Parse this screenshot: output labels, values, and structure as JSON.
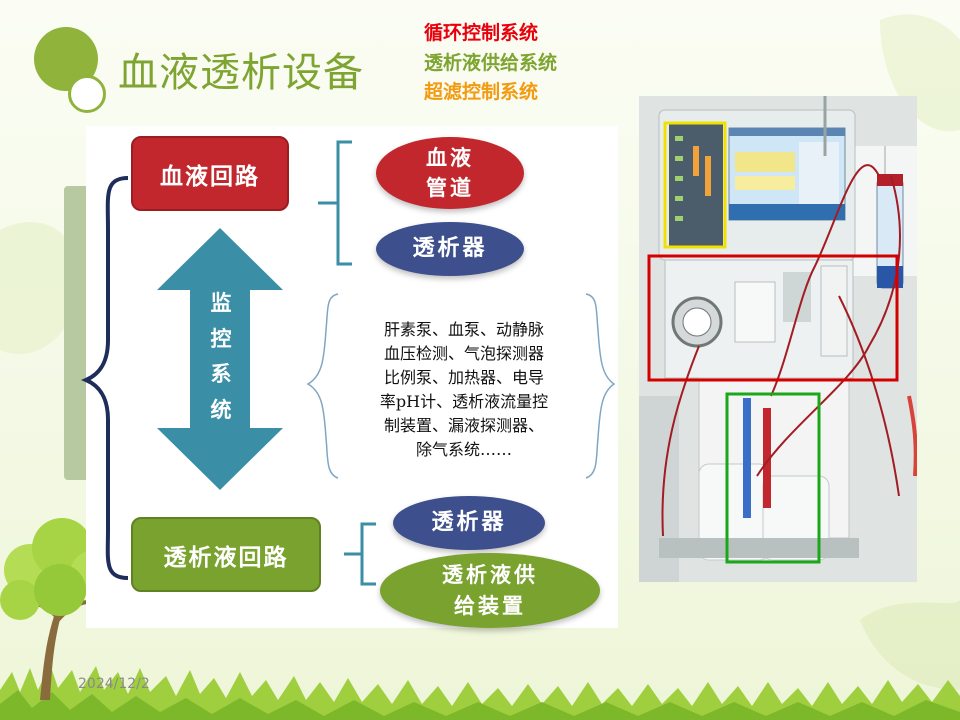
{
  "slide": {
    "title": "血液透析设备",
    "legend": [
      {
        "text": "循环控制系统",
        "color": "#e8000c"
      },
      {
        "text": "透析液供给系统",
        "color": "#7ea431"
      },
      {
        "text": "超滤控制系统",
        "color": "#f39b10"
      }
    ],
    "date": "2024/12/2"
  },
  "diagram": {
    "blood_circuit": "血液回路",
    "dialysate_circuit": "透析液回路",
    "monitor_label": [
      "监",
      "控",
      "系",
      "统"
    ],
    "blood_tubing": [
      "血液",
      "管道"
    ],
    "dialyzer_top": "透析器",
    "dialyzer_bottom": "透析器",
    "dialysate_supply": [
      "透析液供",
      "给装置"
    ],
    "components": [
      "肝素泵、血泵、动静脉",
      "血压检测、气泡探测器",
      "比例泵、加热器、电导",
      "率pH计、透析液流量控",
      "制装置、漏液探测器、",
      "除气系统……"
    ],
    "colors": {
      "red": "#c1272d",
      "green": "#79a22e",
      "navy": "#3d4f8c",
      "teal": "#3a8fa6"
    }
  },
  "photo": {
    "highlight_colors": {
      "control": "#f0e200",
      "circulation": "#d40000",
      "supply": "#1aa81a"
    }
  }
}
